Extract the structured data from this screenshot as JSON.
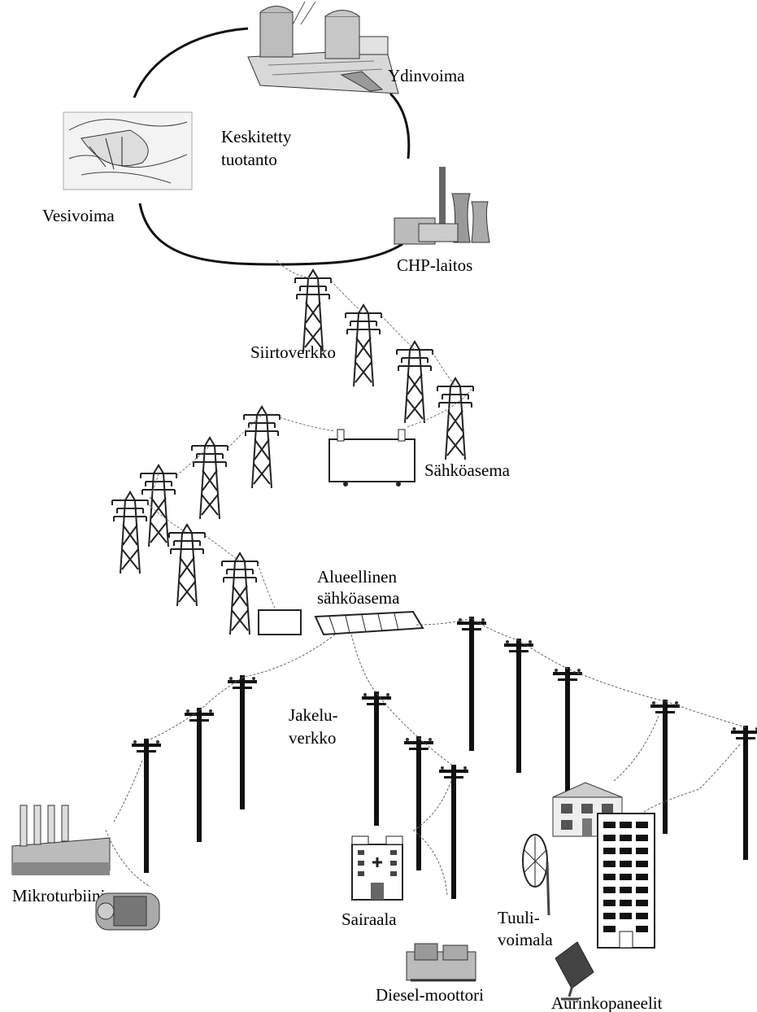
{
  "labels": {
    "nuclear": "Ydinvoima",
    "centralized_line1": "Keskitetty",
    "centralized_line2": "tuotanto",
    "hydro": "Vesivoima",
    "chp": "CHP-laitos",
    "transmission": "Siirtoverkko",
    "substation": "Sähköasema",
    "regional_line1": "Alueellinen",
    "regional_line2": "sähköasema",
    "distribution_line1": "Jakelu-",
    "distribution_line2": "verkko",
    "microturbine": "Mikroturbiini",
    "hospital": "Sairaala",
    "diesel": "Diesel-moottori",
    "wind_line1": "Tuuli-",
    "wind_line2": "voimala",
    "solar": "Aurinkopaneelit"
  },
  "icons": {
    "nuclear": "nuclear-plant-icon",
    "hydro": "hydro-dam-icon",
    "chp": "chp-plant-icon",
    "substation": "transformer-icon",
    "regional_substation": "regional-substation-icon",
    "microturbine": "microturbine-icon",
    "factory": "factory-icon",
    "hospital": "hospital-icon",
    "diesel": "diesel-engine-icon",
    "house": "house-icon",
    "wind": "wind-turbine-icon",
    "apartment": "apartment-building-icon",
    "solar": "solar-panel-icon"
  }
}
